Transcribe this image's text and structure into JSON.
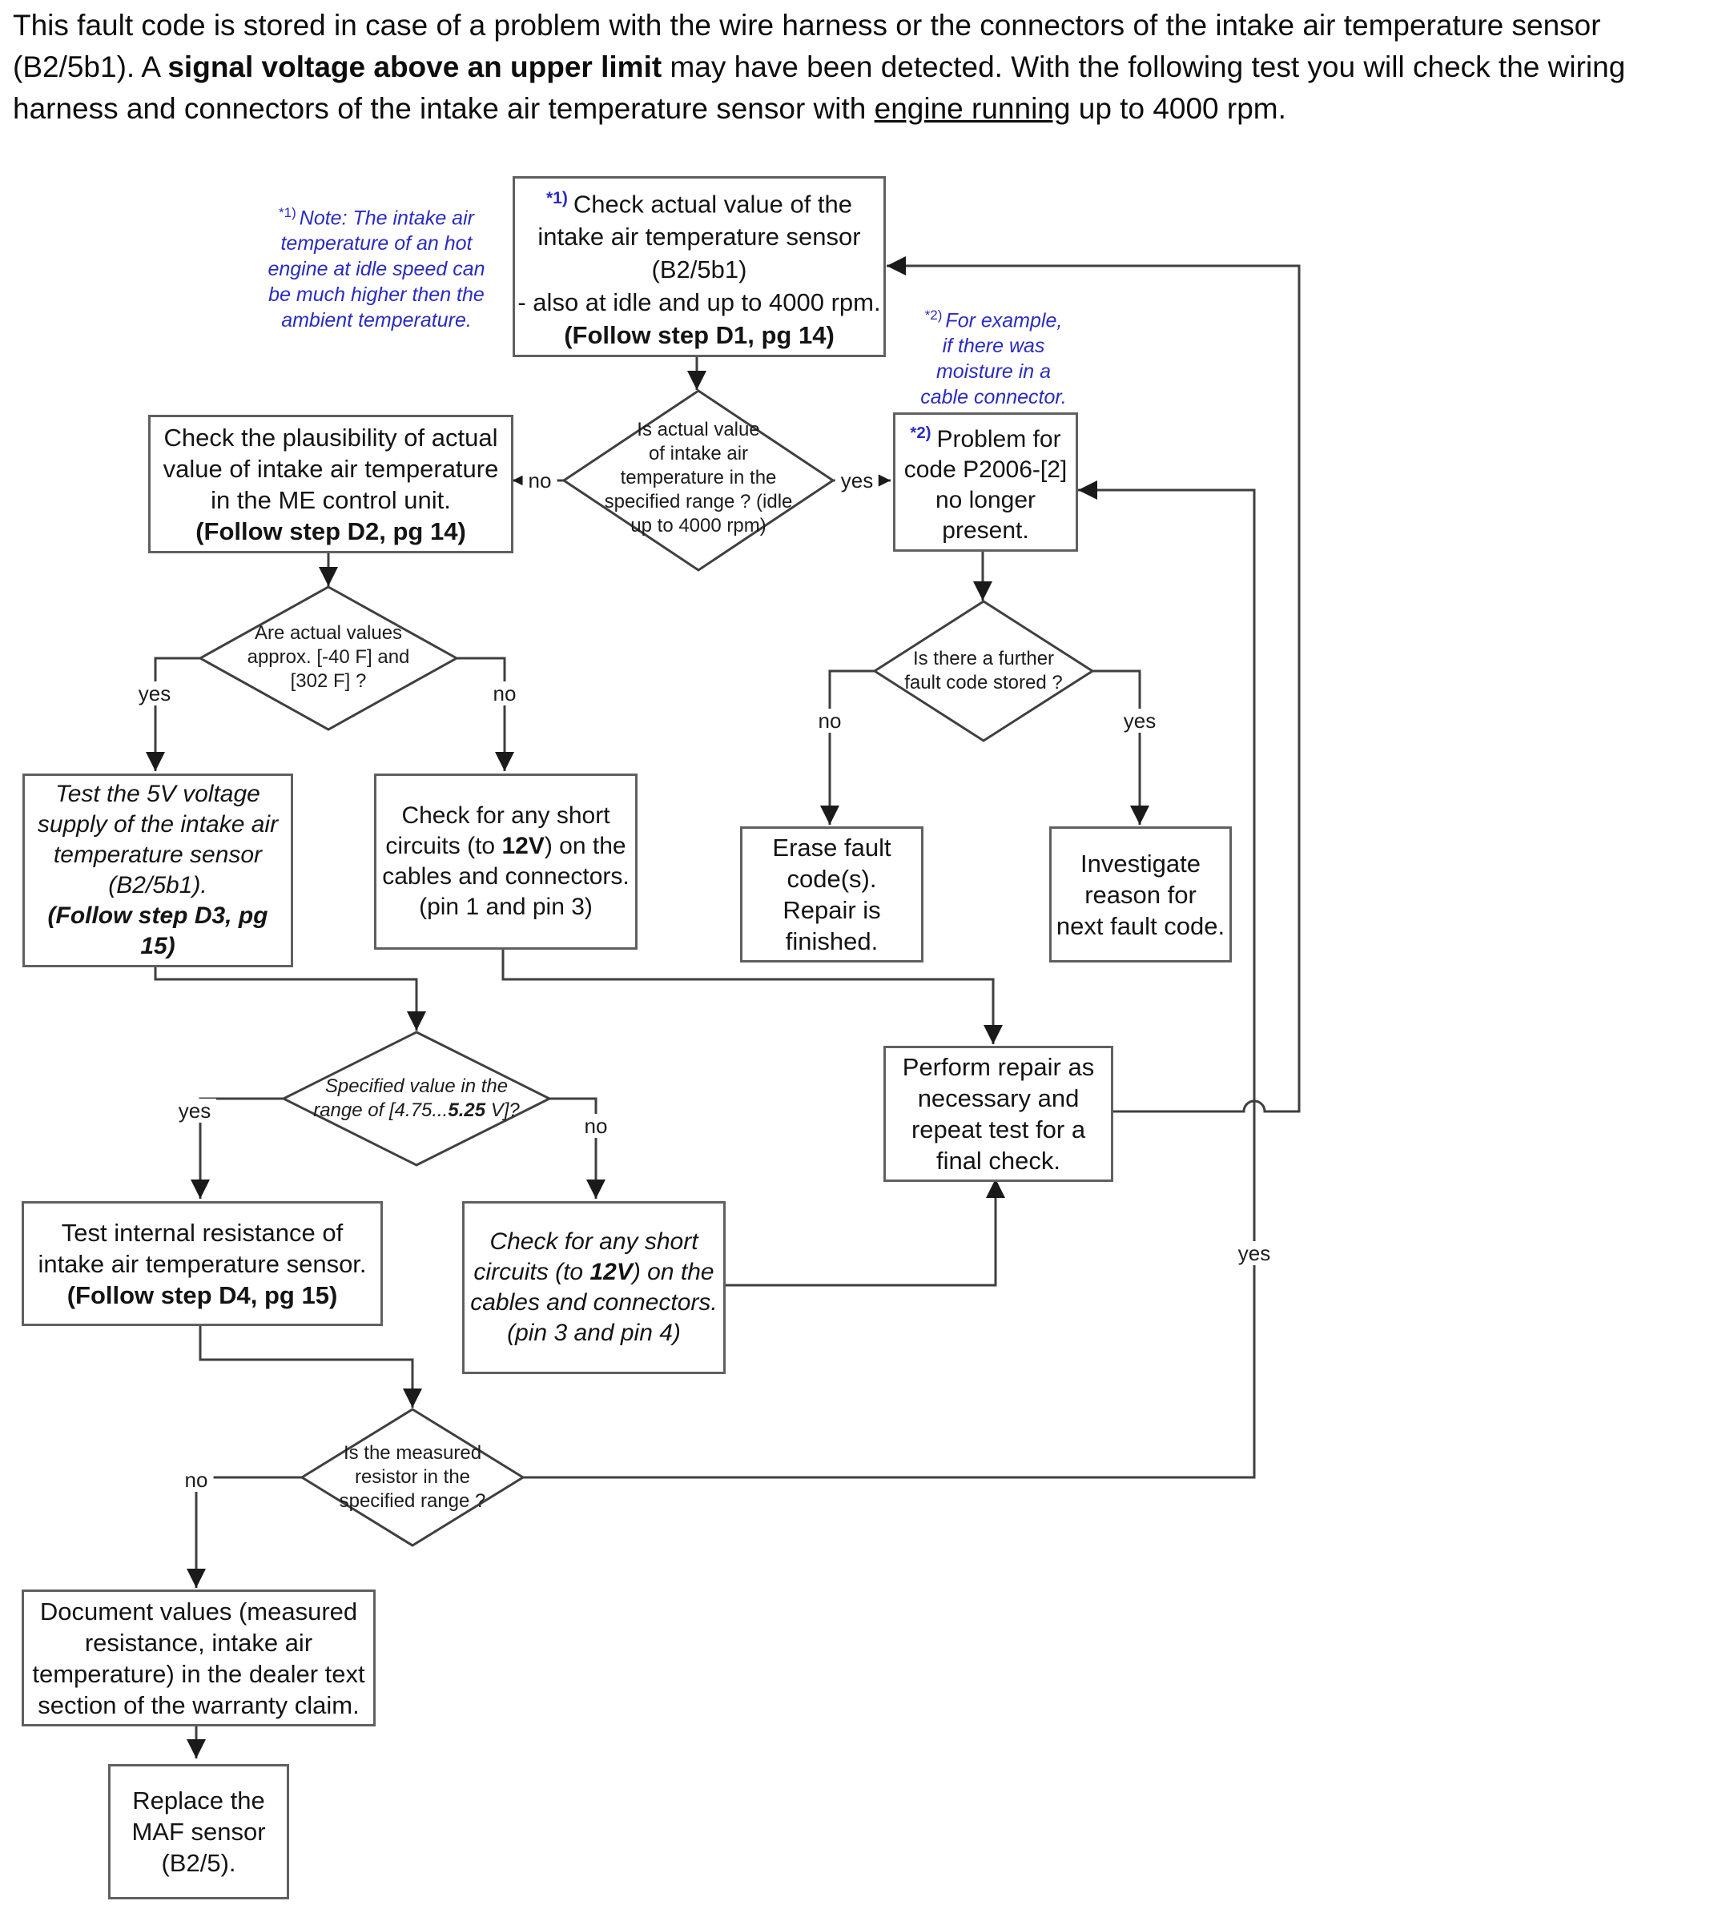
{
  "header": {
    "pre": "This fault code is stored in case of a problem with the wire harness or the connectors of the intake air temperature sensor (B2/5b1). A ",
    "bold": "signal voltage above an upper limit",
    "mid": " may have been detected. With the following test you will check the wiring harness and connectors of the intake air temperature sensor with ",
    "underline": "engine running",
    "post": " up to 4000 rpm."
  },
  "footnotes": {
    "note1": {
      "marker": "*1)",
      "l1": "Note: The intake air",
      "l2": "temperature of an hot",
      "l3": "engine at idle speed can",
      "l4": "be much higher then the",
      "l5": "ambient temperature."
    },
    "note2": {
      "marker": "*2)",
      "l1": "For example,",
      "l2": "if there was",
      "l3": "moisture in a",
      "l4": "cable connector."
    }
  },
  "nodes": {
    "check_actual": {
      "marker": "*1)",
      "l1": "Check actual value of the",
      "l2": "intake air temperature sensor",
      "l3": "(B2/5b1)",
      "l4": "- also at idle and up to 4000 rpm.",
      "l5": "(Follow step D1, pg 14)"
    },
    "plausibility": {
      "l1": "Check the plausibility of actual",
      "l2": "value of intake air temperature",
      "l3": "in the ME control unit.",
      "l4": "(Follow step D2, pg 14)"
    },
    "problem_gone": {
      "marker": "*2)",
      "l1": "Problem for",
      "l2": "code P2006-[2]",
      "l3": "no longer",
      "l4": "present."
    },
    "d_range": {
      "l1": "Is actual value",
      "l2": "of intake air",
      "l3": "temperature in the",
      "l4": "specified range ? (idle",
      "l5": "up to 4000 rpm)"
    },
    "d_values": {
      "l1": "Are actual values",
      "l2": "approx. [-40 F] and",
      "l3": "[302 F] ?"
    },
    "d_further": {
      "l1": "Is there a further",
      "l2": "fault code stored ?"
    },
    "test_5v": {
      "l1": "Test the 5V voltage",
      "l2": "supply of the intake air",
      "l3": "temperature sensor",
      "l4": "(B2/5b1).",
      "l5": "(Follow step D3, pg",
      "l6": "15)"
    },
    "short_pin13": {
      "l1": "Check for any short",
      "l2a": "circuits (to ",
      "l2b": "12V",
      "l2c": ") on the",
      "l3": "cables and connectors.",
      "l4": "(pin 1 and pin 3)"
    },
    "erase": {
      "l1": "Erase fault",
      "l2": "code(s).",
      "l3": "Repair is",
      "l4": "finished."
    },
    "investigate": {
      "l1": "Investigate",
      "l2": "reason for",
      "l3": "next fault code."
    },
    "d_voltage": {
      "l1": "Specified value in the",
      "l2a": "range of [4.75...",
      "l2b": "5.25",
      "l2c": " V]?"
    },
    "perform_repair": {
      "l1": "Perform repair as",
      "l2": "necessary and",
      "l3": "repeat test  for a",
      "l4": "final check."
    },
    "test_internal": {
      "l1": "Test internal resistance of",
      "l2": "intake air temperature sensor.",
      "l3": "(Follow step D4, pg 15)"
    },
    "short_pin34": {
      "l1": "Check for any short",
      "l2a": "circuits (to ",
      "l2b": "12V",
      "l2c": ") on the",
      "l3": "cables and connectors.",
      "l4": "(pin 3 and pin 4)"
    },
    "d_resistor": {
      "l1": "Is the measured",
      "l2": "resistor in the",
      "l3": "specified range ?"
    },
    "document": {
      "l1": "Document values (measured",
      "l2": "resistance, intake air",
      "l3": "temperature) in the dealer text",
      "l4": "section of the warranty claim."
    },
    "replace": {
      "l1": "Replace the",
      "l2": "MAF sensor",
      "l3": "(B2/5)."
    }
  },
  "edge_labels": {
    "yes": "yes",
    "no": "no"
  },
  "colors": {
    "footnote_blue": "#2b2bc0",
    "line_gray": "#3f3f3f",
    "box_border_gray": "#606060"
  }
}
